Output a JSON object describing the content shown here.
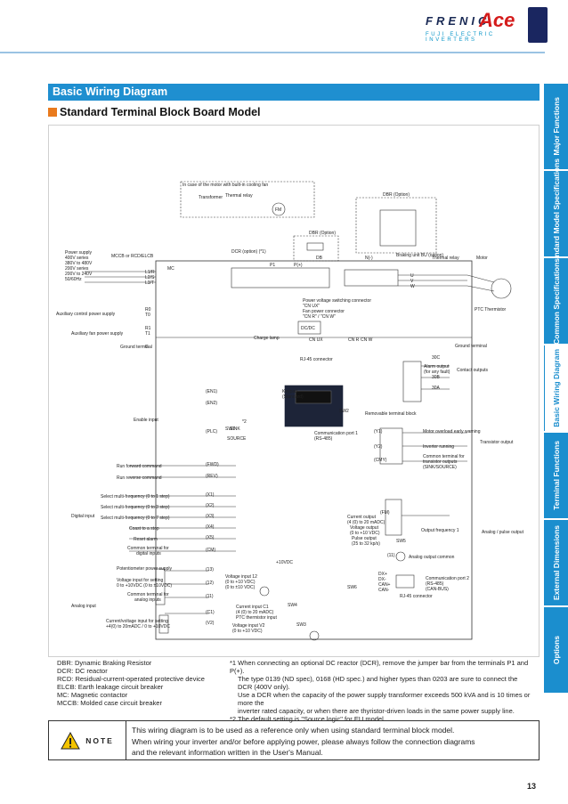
{
  "brand": {
    "name": "FRENIC",
    "ace": "Ace",
    "tagline": "FUJI ELECTRIC INVERTERS"
  },
  "section": {
    "title": "Basic Wiring Diagram",
    "subtitle": "Standard Terminal Block Board Model"
  },
  "tabs": [
    "Major Functions",
    "Standard Model Specifications",
    "Common Specifications",
    "Basic Wiring Diagram",
    "Terminal Functions",
    "External Dimensions",
    "Options"
  ],
  "active_tab": "Basic Wiring Diagram",
  "diagram": {
    "cooling_fan": "In case of the motor with built-in cooling fan",
    "thermal_relay": "Thermal relay",
    "transformer": "Transformer",
    "fm": "FM",
    "dbr_option": "DBR (Option)",
    "dcr_option": "DCR (option) (*1)",
    "braking_unit": "Braking unit BU (option)",
    "mccb": "MCCB or RCD/ELCB",
    "mc": "MC",
    "power_supply": [
      "Power supply",
      "400V series",
      "380V to 480V",
      "200V series",
      "200V to 240V",
      "50/60Hz"
    ],
    "aux_control": "Auxiliary control power supply",
    "aux_fan": "Auxiliary fan power supply",
    "ground": "Ground terminal",
    "charge_lamp": "Charge lamp",
    "dcdc": "DC/DC",
    "pvs": [
      "Power voltage switching connector",
      "\"CN UX\"",
      "Fan power connector",
      "\"CN R\" / \"CN W\""
    ],
    "cn_labels": [
      "CN UX",
      "CN R",
      "CN W"
    ],
    "motor": "Motor",
    "ptc": "PTC Thermistor",
    "thermal_relay2": "Thermal relay",
    "contact_outputs": "Contact outputs",
    "alarm_output": [
      "Alarm output",
      "(for any fault)"
    ],
    "rj45": "RJ-45 connector",
    "keypad": [
      "Keypad",
      "(Standard)"
    ],
    "comm_port1": [
      "Communication port 1",
      "(RS-485)"
    ],
    "enable_input": "Enable input",
    "transistor_output": "Transistor output",
    "motor_overload": "Motor overload early warning",
    "inverter_running": "Inverter running",
    "common_terminal_transistor": [
      "Common terminal for",
      "transistor outputs",
      "(SINK/SOURCE)"
    ],
    "removable_block": "Removable terminal block",
    "run_forward": "Run forward command",
    "run_reverse": "Run reverse command",
    "digital_input": "Digital input",
    "multi_freq": [
      "Select multi-frequency (0 to 1 step)",
      "Select multi-frequency (0 to 3 step)",
      "Select multi-frequency (0 to 7 step)"
    ],
    "coast": "Coast to a stop",
    "reset": "Reset alarm",
    "common_digital": [
      "Common terminal for",
      "digital inputs"
    ],
    "analog_input": "Analog input",
    "pot_power": "Potentiometer power supply",
    "volt_setting": [
      "Voltage input for setting",
      "0 to +10VDC (0 to ±10VDC)"
    ],
    "common_analog": [
      "Common terminal for",
      "analog inputs"
    ],
    "current_setting": [
      "Current/voltage input for setting",
      "+4(0) to 20mADC / 0 to +10VDC"
    ],
    "vin12": [
      "Voltage input 12",
      "(0 to +10 VDC)",
      "(0 to ±10 VDC)"
    ],
    "cin": [
      "Current input C1",
      "(4 (0) to 20 mADC)",
      "PTC thermistor input"
    ],
    "vin2": [
      "Voltage input V2",
      "(0 to +10 VDC)"
    ],
    "output_freq": "Output frequency 1",
    "analog_pulse": "Analog / pulse output",
    "analog_common": "Analog output common",
    "fm_current": [
      "Current output",
      "(4 (0) to 20 mADC)"
    ],
    "fm_voltage": [
      "Voltage output",
      "(0 to +10 VDC)"
    ],
    "fm_pulse": [
      "Pulse output",
      "(25 to 32 kp/s)"
    ],
    "comm_port2": [
      "Communication port 2",
      "(RS-485)",
      "(CAN-BUS)"
    ],
    "rj45_2": "RJ-45 connector",
    "sink_source": "SOURCE",
    "sink": "SINK",
    "switches": [
      "SW1",
      "SW2",
      "SW3",
      "SW4",
      "SW5",
      "SW6"
    ],
    "terminals": [
      "L1/R",
      "L2/S",
      "L3/T",
      "R0",
      "T0",
      "R1",
      "T1",
      "G",
      "P1",
      "P(+)",
      "DB",
      "N(-)",
      "U",
      "V",
      "W",
      "30C",
      "30B",
      "30A",
      "(EN1)",
      "(EN2)",
      "(PLC)",
      "(FWD)",
      "(REV)",
      "(X1)",
      "(X2)",
      "(X3)",
      "(X4)",
      "(X5)",
      "(CM)",
      "(13)",
      "(12)",
      "(11)",
      "(C1)",
      "(V2)",
      "(Y1)",
      "(Y2)",
      "(CMY)",
      "(FM)",
      "(11)",
      "DX+",
      "DX-",
      "CAN+",
      "CAN-"
    ],
    "plus10vdc": "+10VDC",
    "star2": "*2"
  },
  "legend": [
    [
      "DBR:",
      "Dynamic Braking Resistor"
    ],
    [
      "DCR:",
      "DC reactor"
    ],
    [
      "RCD:",
      "Residual-current-operated protective device"
    ],
    [
      "ELCB:",
      "Earth leakage circuit breaker"
    ],
    [
      "MC:",
      "Magnetic contactor"
    ],
    [
      "MCCB:",
      "Molded case circuit breaker"
    ]
  ],
  "notes": [
    "*1 When connecting an optional DC reactor (DCR), remove the jumper bar from the terminals P1 and P(+).",
    "The type 0139 (ND spec), 0168 (HD spec.) and higher types than 0203 are sure to connect the DCR (400V only).",
    "Use a DCR when the capacity of the power supply transformer exceeds 500 kVA and is 10 times or more the",
    "inverter rated capacity, or when there are thyristor-driven loads in the same power supply line.",
    "*2 The default setting is \"Source logic\" for EU model."
  ],
  "note_box": {
    "label": "NOTE",
    "lines": [
      "This wiring diagram is to be used as a reference only when using standard terminal block model.",
      "When wiring your inverter and/or before applying power, please always follow the connection diagrams",
      "and the relevant information written in the User's Manual."
    ]
  },
  "page_number": "13"
}
